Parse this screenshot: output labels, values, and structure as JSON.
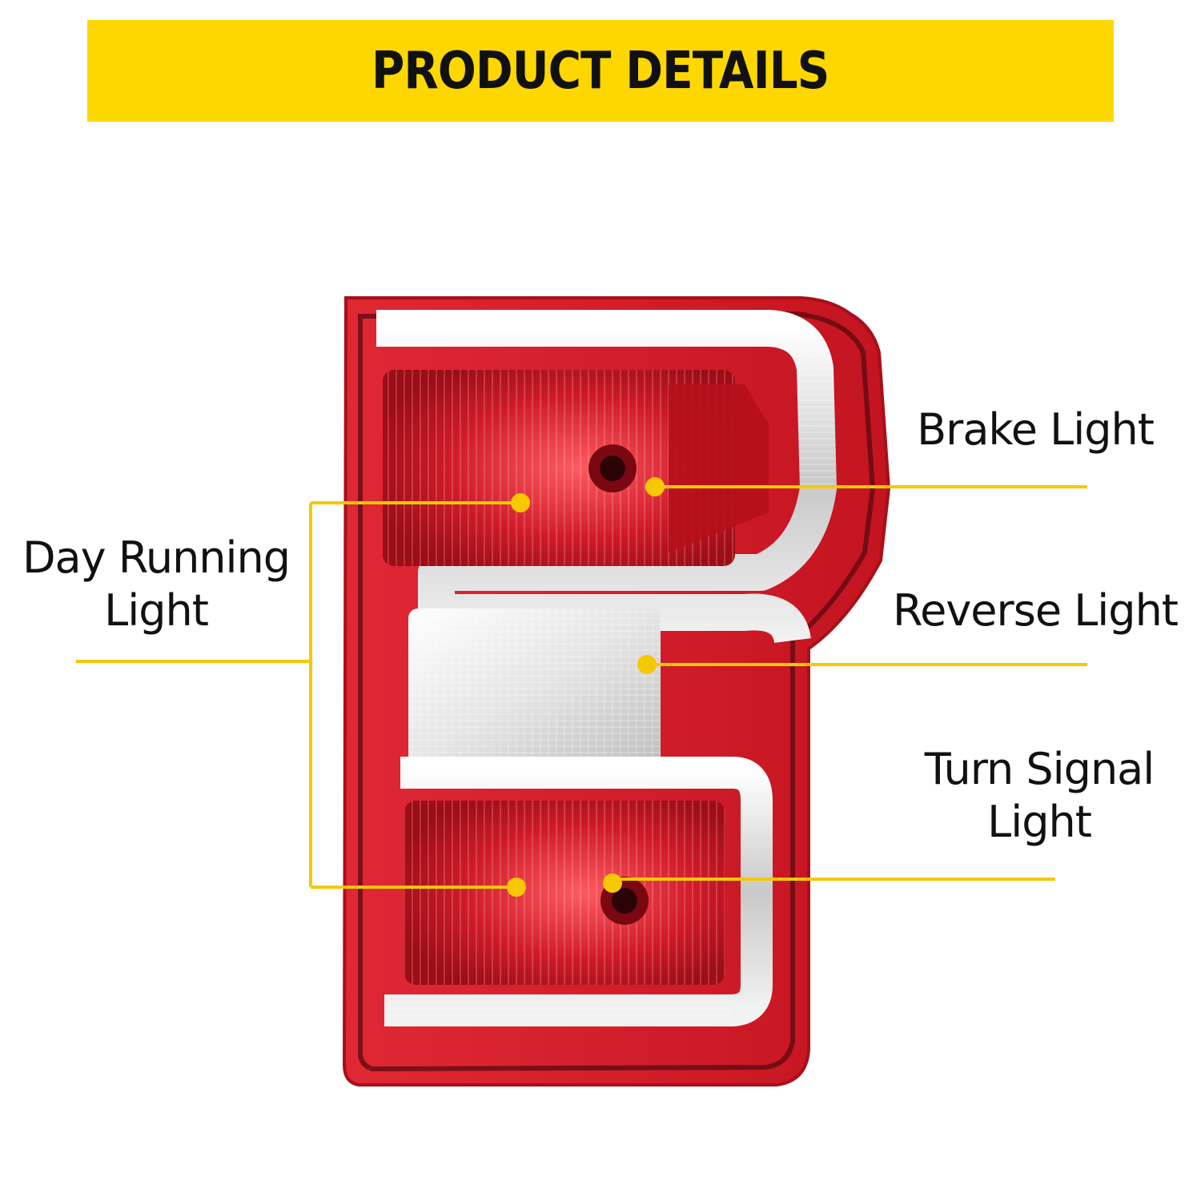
{
  "header": {
    "title": "PRODUCT DETAILS"
  },
  "callouts": {
    "day_running": {
      "line1": "Day Running",
      "line2": "Light"
    },
    "brake": {
      "label": "Brake Light"
    },
    "reverse": {
      "label": "Reverse Light"
    },
    "turn_signal": {
      "line1": "Turn Signal",
      "line2": "Light"
    }
  },
  "colors": {
    "accent_yellow": "#FFD700",
    "lamp_red": "#D0202C",
    "lamp_dark_red": "#8E0E17",
    "lens_clear": "#EDEDED",
    "text": "#111111"
  }
}
